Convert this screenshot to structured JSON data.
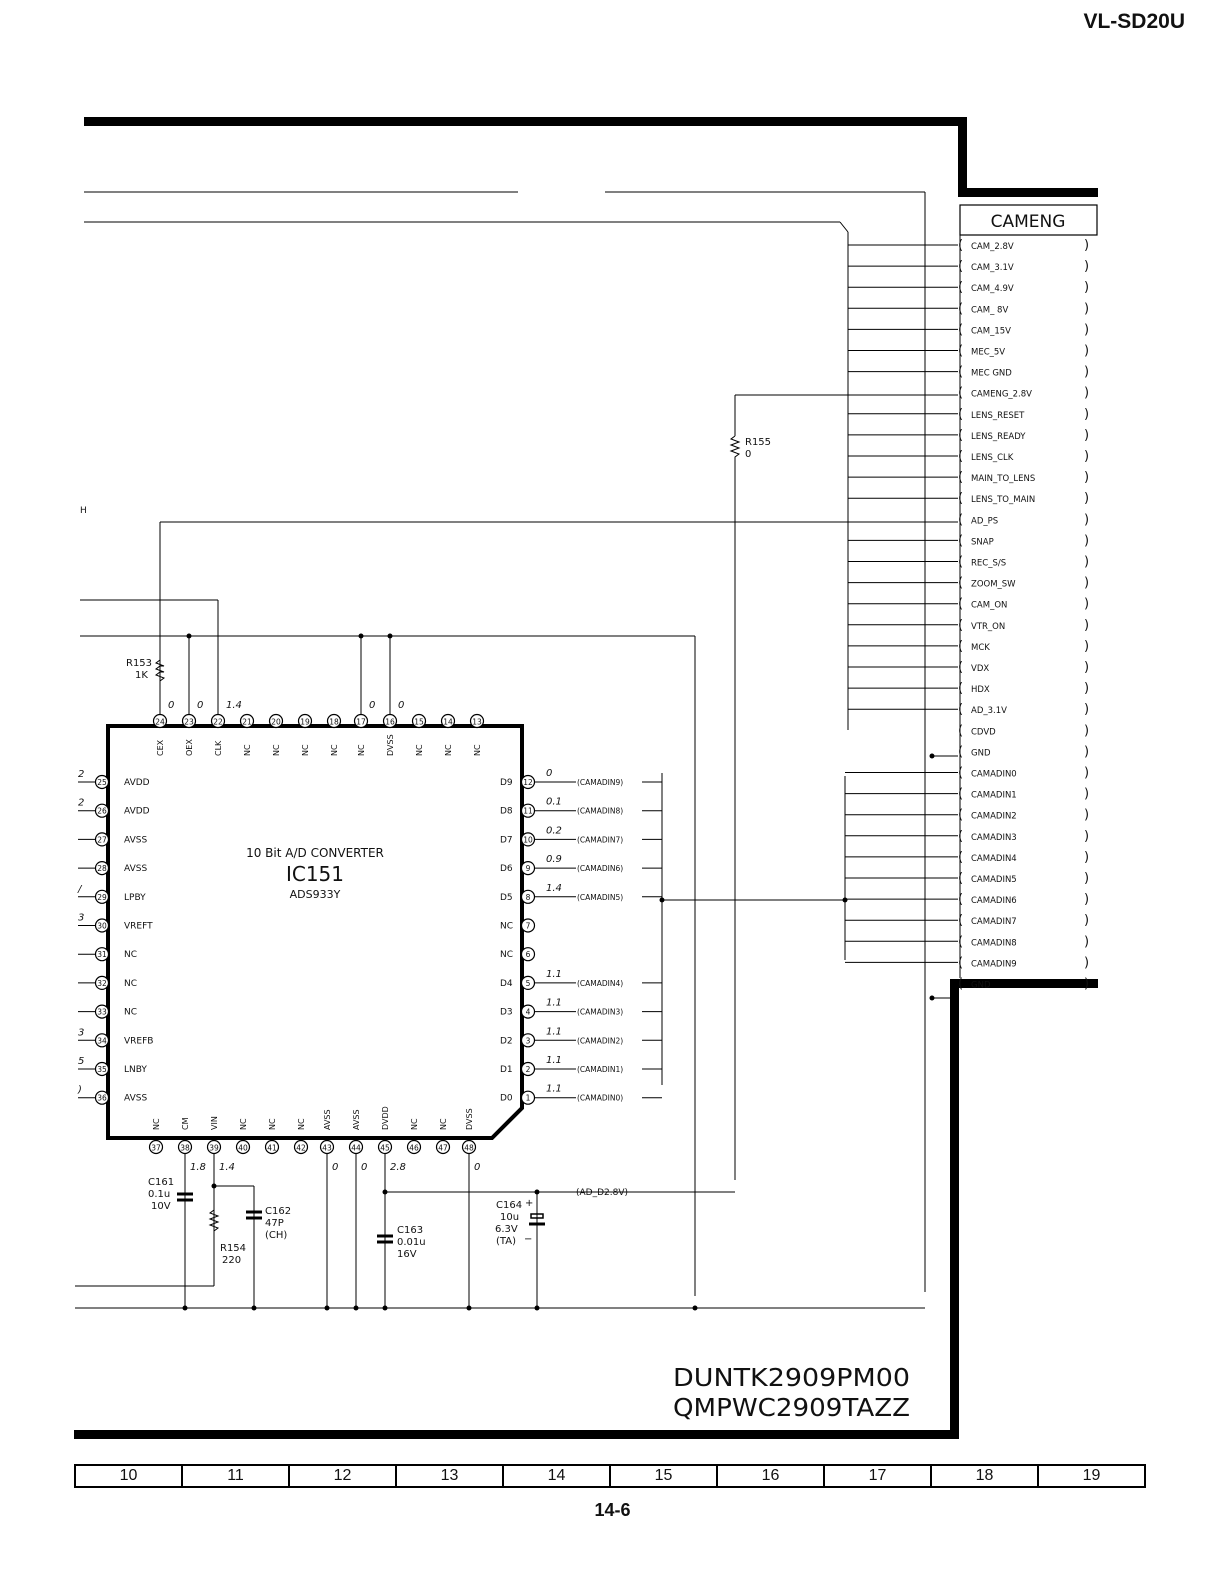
{
  "header": {
    "model": "VL-SD20U"
  },
  "connector": {
    "name": "CAMENG",
    "pins": [
      "CAM_2.8V",
      "CAM_3.1V",
      "CAM_4.9V",
      "CAM_ 8V",
      "CAM_15V",
      "MEC_5V",
      "MEC GND",
      "CAMENG_2.8V",
      "LENS_RESET",
      "LENS_READY",
      "LENS_CLK",
      "MAIN_TO_LENS",
      "LENS_TO_MAIN",
      "AD_PS",
      "SNAP",
      "REC_S/S",
      "ZOOM_SW",
      "CAM_ON",
      "VTR_ON",
      "MCK",
      "VDX",
      "HDX",
      "AD_3.1V",
      "CDVD",
      "GND",
      "CAMADIN0",
      "CAMADIN1",
      "CAMADIN2",
      "CAMADIN3",
      "CAMADIN4",
      "CAMADIN5",
      "CAMADIN6",
      "CAMADIN7",
      "CAMADIN8",
      "CAMADIN9",
      "GND"
    ]
  },
  "ic": {
    "ref": "IC151",
    "part": "ADS933Y",
    "desc": "10 Bit A/D CONVERTER",
    "top_pins": [
      {
        "num": "24",
        "name": "CEX",
        "v": "0"
      },
      {
        "num": "23",
        "name": "OEX",
        "v": "0"
      },
      {
        "num": "22",
        "name": "CLK",
        "v": "1.4"
      },
      {
        "num": "21",
        "name": "NC",
        "v": ""
      },
      {
        "num": "20",
        "name": "NC",
        "v": ""
      },
      {
        "num": "19",
        "name": "NC",
        "v": ""
      },
      {
        "num": "18",
        "name": "NC",
        "v": ""
      },
      {
        "num": "17",
        "name": "NC",
        "v": "0"
      },
      {
        "num": "16",
        "name": "DVSS",
        "v": "0"
      },
      {
        "num": "15",
        "name": "NC",
        "v": ""
      },
      {
        "num": "14",
        "name": "NC",
        "v": ""
      },
      {
        "num": "13",
        "name": "NC",
        "v": ""
      }
    ],
    "left_pins": [
      {
        "num": "25",
        "name": "AVDD",
        "v": "2"
      },
      {
        "num": "26",
        "name": "AVDD",
        "v": "2"
      },
      {
        "num": "27",
        "name": "AVSS",
        "v": ""
      },
      {
        "num": "28",
        "name": "AVSS",
        "v": ""
      },
      {
        "num": "29",
        "name": "LPBY",
        "v": "/"
      },
      {
        "num": "30",
        "name": "VREFT",
        "v": "3"
      },
      {
        "num": "31",
        "name": "NC",
        "v": ""
      },
      {
        "num": "32",
        "name": "NC",
        "v": ""
      },
      {
        "num": "33",
        "name": "NC",
        "v": ""
      },
      {
        "num": "34",
        "name": "VREFB",
        "v": "3"
      },
      {
        "num": "35",
        "name": "LNBY",
        "v": "5"
      },
      {
        "num": "36",
        "name": "AVSS",
        "v": ")"
      }
    ],
    "right_pins": [
      {
        "num": "12",
        "name": "D9",
        "v": "0",
        "net": "(CAMADIN9)"
      },
      {
        "num": "11",
        "name": "D8",
        "v": "0.1",
        "net": "(CAMADIN8)"
      },
      {
        "num": "10",
        "name": "D7",
        "v": "0.2",
        "net": "(CAMADIN7)"
      },
      {
        "num": "9",
        "name": "D6",
        "v": "0.9",
        "net": "(CAMADIN6)"
      },
      {
        "num": "8",
        "name": "D5",
        "v": "1.4",
        "net": "(CAMADIN5)"
      },
      {
        "num": "7",
        "name": "NC",
        "v": "",
        "net": ""
      },
      {
        "num": "6",
        "name": "NC",
        "v": "",
        "net": ""
      },
      {
        "num": "5",
        "name": "D4",
        "v": "1.1",
        "net": "(CAMADIN4)"
      },
      {
        "num": "4",
        "name": "D3",
        "v": "1.1",
        "net": "(CAMADIN3)"
      },
      {
        "num": "3",
        "name": "D2",
        "v": "1.1",
        "net": "(CAMADIN2)"
      },
      {
        "num": "2",
        "name": "D1",
        "v": "1.1",
        "net": "(CAMADIN1)"
      },
      {
        "num": "1",
        "name": "D0",
        "v": "1.1",
        "net": "(CAMADIN0)"
      }
    ],
    "bottom_pins": [
      {
        "num": "37",
        "name": "NC",
        "v": ""
      },
      {
        "num": "38",
        "name": "CM",
        "v": "1.8"
      },
      {
        "num": "39",
        "name": "VIN",
        "v": "1.4"
      },
      {
        "num": "40",
        "name": "NC",
        "v": ""
      },
      {
        "num": "41",
        "name": "NC",
        "v": ""
      },
      {
        "num": "42",
        "name": "NC",
        "v": ""
      },
      {
        "num": "43",
        "name": "AVSS",
        "v": "0"
      },
      {
        "num": "44",
        "name": "AVSS",
        "v": "0"
      },
      {
        "num": "45",
        "name": "DVDD",
        "v": "2.8"
      },
      {
        "num": "46",
        "name": "NC",
        "v": ""
      },
      {
        "num": "47",
        "name": "NC",
        "v": ""
      },
      {
        "num": "48",
        "name": "DVSS",
        "v": "0"
      }
    ]
  },
  "components": {
    "r155": {
      "ref": "R155",
      "val": "0"
    },
    "r153": {
      "ref": "R153",
      "val": "1K"
    },
    "r154": {
      "ref": "R154",
      "val": "220"
    },
    "c161": {
      "ref": "C161",
      "val": "0.1u",
      "volt": "10V"
    },
    "c162": {
      "ref": "C162",
      "val": "47P",
      "type": "(CH)"
    },
    "c163": {
      "ref": "C163",
      "val": "0.01u",
      "volt": "16V"
    },
    "c164": {
      "ref": "C164",
      "val": "10u",
      "volt": "6.3V",
      "type": "(TA)"
    }
  },
  "nets": {
    "ad_d28": "(AD_D2.8V)"
  },
  "margin_mark": "H",
  "board": {
    "code1": "DUNTK2909PM00",
    "code2": "QMPWC2909TAZZ"
  },
  "grid_labels": [
    "10",
    "11",
    "12",
    "13",
    "14",
    "15",
    "16",
    "17",
    "18",
    "19"
  ],
  "footer": {
    "page": "14-6"
  }
}
